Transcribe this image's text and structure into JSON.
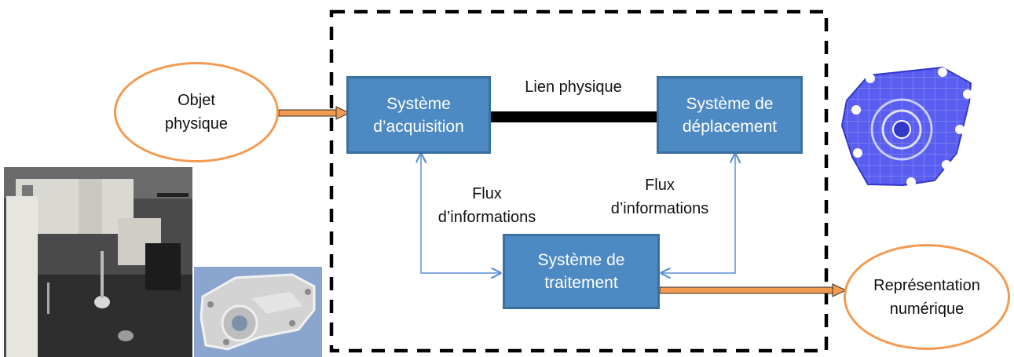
{
  "diagram": {
    "input_ellipse": {
      "line1": "Objet",
      "line2": "physique"
    },
    "output_ellipse": {
      "line1": "Représentation",
      "line2": "numérique"
    },
    "boxes": {
      "acquisition": {
        "line1": "Système",
        "line2": "d’acquisition"
      },
      "deplacement": {
        "line1": "Système de",
        "line2": "déplacement"
      },
      "traitement": {
        "line1": "Système de",
        "line2": "traitement"
      }
    },
    "labels": {
      "lien_physique": "Lien physique",
      "flux_left": {
        "line1": "Flux",
        "line2": "d’informations"
      },
      "flux_right": {
        "line1": "Flux",
        "line2": "d’informations"
      }
    },
    "colors": {
      "box_fill": "#4d8ac3",
      "box_border": "#3a6f9f",
      "ellipse_border": "#f39a50",
      "arrow_fill": "#f39a50",
      "info_arrow": "#5a8fd0",
      "dashed_border": "#000000"
    },
    "images": {
      "machine_photo": "cmm-machine-photo",
      "part_photo": "metal-part-photo",
      "digital_model": "blue-digital-model"
    }
  }
}
